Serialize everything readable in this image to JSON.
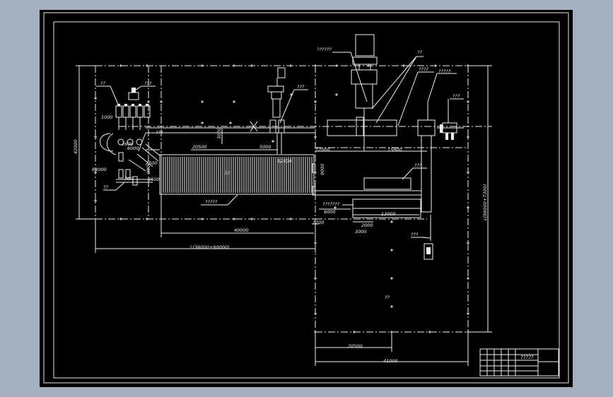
{
  "colors": {
    "background": "#a5b0c0",
    "canvas": "#000000",
    "lines": "#f0f0f0"
  },
  "title_block": {
    "title": "?????"
  },
  "labels": {
    "top_leader_1": "??????",
    "top_leader_2": "??",
    "top_leader_3": "????",
    "top_leader_4": "?????",
    "right_leader_1": "???",
    "left_leader_1": "??",
    "left_leader_2": "???",
    "mid_leader_1": "???",
    "mid_leader_2": "???",
    "center_label": "??",
    "bottom_leader_1": "?????",
    "right_mid_leader": "???",
    "bottom_right_leader": "???",
    "bottom_left_leader": "??",
    "small_leader": "???????",
    "yard_label": "??",
    "bundle_label": "??"
  },
  "dims": {
    "d_1000": "1000",
    "d_3600": "3600",
    "d_6000": "6000",
    "d_42000_v": "42000",
    "d_84000": "84000",
    "d_6500": "6500",
    "d_500": "500",
    "d_800": "800",
    "d_2500": "2500",
    "d_20500": "20500",
    "d_5000": "5000",
    "d_3000": "3000",
    "d_12500": "12500",
    "d_22000": "22000",
    "d_15800": "15800",
    "d_9000": "9000",
    "d_9000b": "9000",
    "d_13000": "13000",
    "d_2000": "2000",
    "d_3000b": "3000",
    "d_1200": "1200",
    "d_40000": "40000",
    "d_total_h": "L(36000+60000)",
    "d_right_v": "L(86000+7300)",
    "d_20500b": "20500",
    "d_41000": "41000"
  }
}
